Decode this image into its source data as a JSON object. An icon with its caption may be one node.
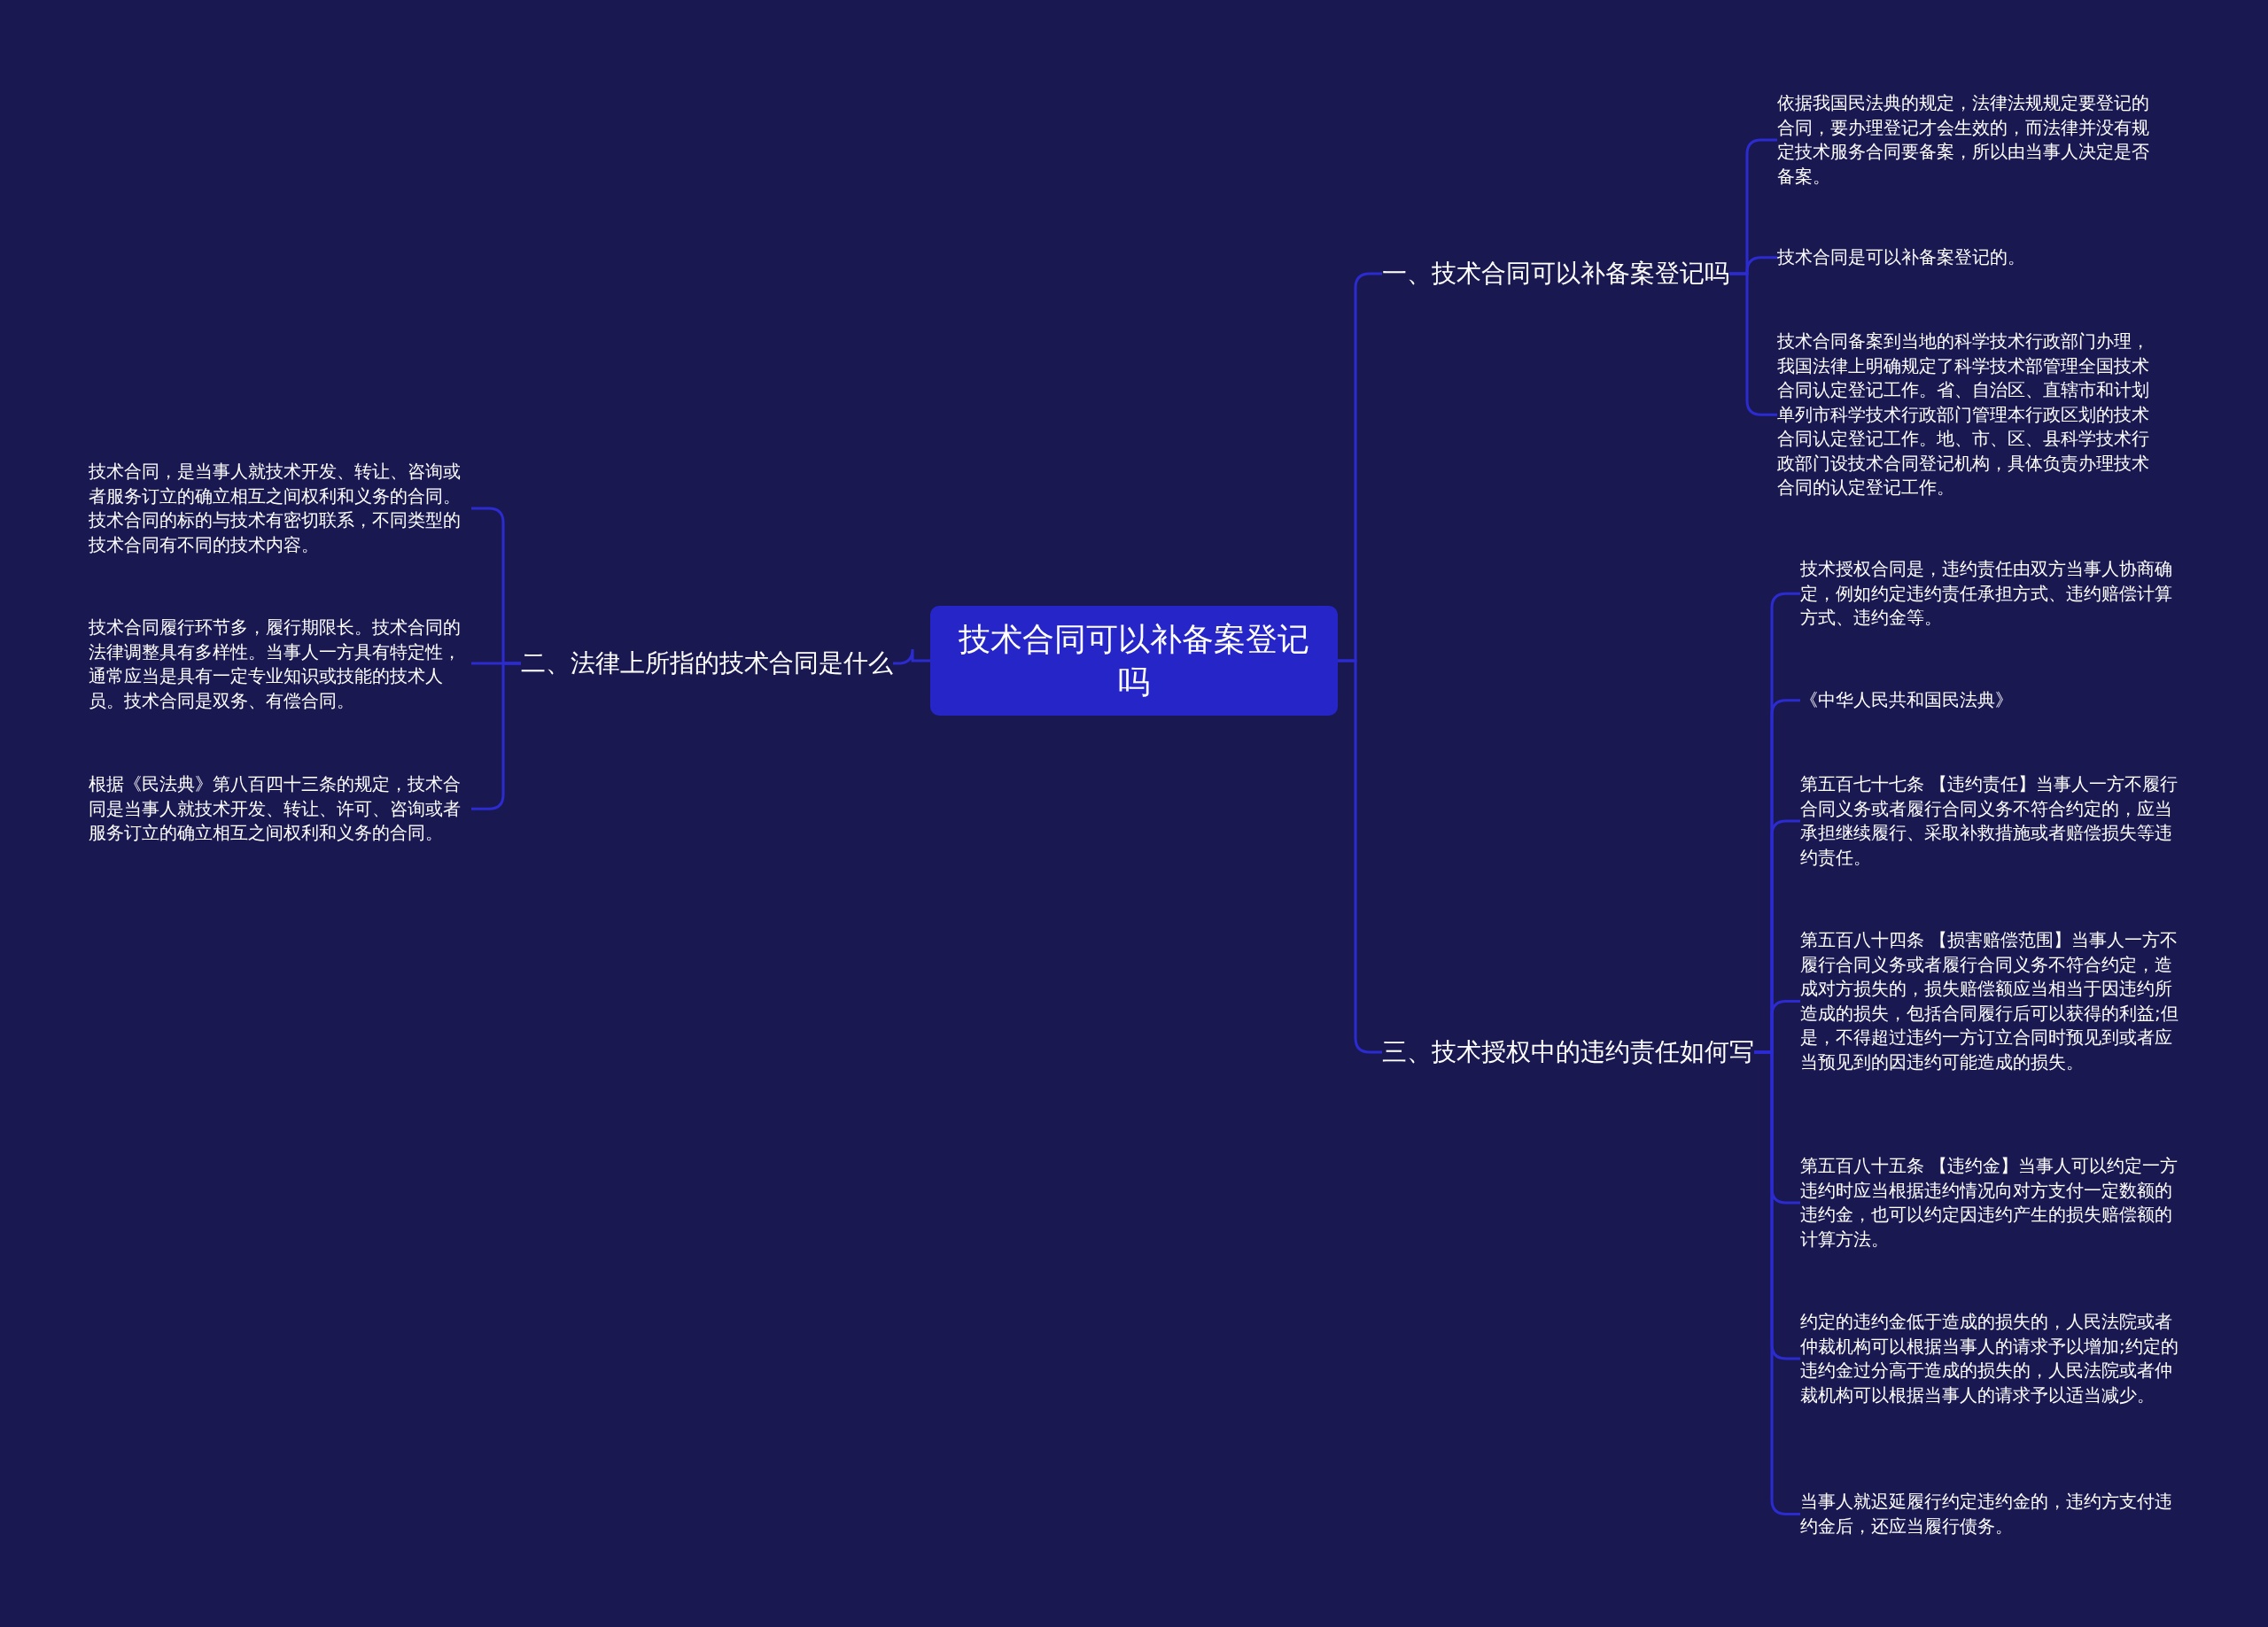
{
  "diagram": {
    "nodes": [
      {
        "text": [
          "技术合同可以补备案登记吗"
        ]
      },
      {
        "text": [
          "一、技术合同可以补备案登记吗"
        ]
      },
      {
        "text": [
          "依据我国民法典的规定，法律法规规定要登记的合同，要办理登记才会生效的，而法律并没有规定技术服务合同要备案，所以由当事人决定是否备案。"
        ]
      },
      {
        "text": [
          "技术合同是可以补备案登记的。"
        ]
      },
      {
        "text": [
          "技术合同备案到当地的科学技术行政部门办理，我国法律上明确规定了科学技术部管理全国技术合同认定登记工作。省、自治区、直辖市和计划单列市科学技术行政部门管理本行政区划的技术合同认定登记工作。地、市、区、县科学技术行政部门设技术合同登记机构，具体负责办理技术合同的认定登记工作。"
        ]
      },
      {
        "text": [
          "二、法律上所指的技术合同是什么"
        ]
      },
      {
        "text": [
          "技术合同，是当事人就技术开发、转让、咨询或者服务订立的确立相互之间权利和义务的合同。技术合同的标的与技术有密切联系，不同类型的技术合同有不同的技术内容。"
        ]
      },
      {
        "text": [
          "技术合同履行环节多，履行期限长。技术合同的法律调整具有多样性。当事人一方具有特定性，通常应当是具有一定专业知识或技能的技术人员。技术合同是双务、有偿合同。"
        ]
      },
      {
        "text": [
          "根据《民法典》第八百四十三条的规定，技术合同是当事人就技术开发、转让、许可、咨询或者服务订立的确立相互之间权利和义务的合同。"
        ]
      },
      {
        "text": [
          "三、技术授权中的违约责任如何写"
        ]
      },
      {
        "text": [
          "技术授权合同是，违约责任由双方当事人协商确定，例如约定违约责任承担方式、违约赔偿计算方式、违约金等。"
        ]
      },
      {
        "text": [
          "《中华人民共和国民法典》"
        ]
      },
      {
        "text": [
          "第五百七十七条 【违约责任】当事人一方不履行合同义务或者履行合同义务不符合约定的，应当承担继续履行、采取补救措施或者赔偿损失等违约责任。"
        ]
      },
      {
        "text": [
          "第五百八十四条 【损害赔偿范围】当事人一方不履行合同义务或者履行合同义务不符合约定，造成对方损失的，损失赔偿额应当相当于因违约所造成的损失，包括合同履行后可以获得的利益;但是，不得超过违约一方订立合同时预见到或者应当预见到的因违约可能造成的损失。"
        ]
      },
      {
        "text": [
          "第五百八十五条 【违约金】当事人可以约定一方违约时应当根据违约情况向对方支付一定数额的违约金，也可以约定因违约产生的损失赔偿额的计算方法。"
        ]
      },
      {
        "text": [
          "约定的违约金低于造成的损失的，人民法院或者仲裁机构可以根据当事人的请求予以增加;约定的违约金过分高于造成的损失的，人民法院或者仲裁机构可以根据当事人的请求予以适当减少。"
        ]
      },
      {
        "text": [
          "当事人就迟延履行约定违约金的，违约方支付违约金后，还应当履行债务。"
        ]
      }
    ],
    "edges": [
      {
        "from": 0,
        "to": 1,
        "arrow": "none"
      },
      {
        "from": 1,
        "to": 2,
        "arrow": "none"
      },
      {
        "from": 1,
        "to": 3,
        "arrow": "none"
      },
      {
        "from": 1,
        "to": 4,
        "arrow": "none"
      },
      {
        "from": 0,
        "to": 5,
        "arrow": "none"
      },
      {
        "from": 5,
        "to": 6,
        "arrow": "none"
      },
      {
        "from": 5,
        "to": 7,
        "arrow": "none"
      },
      {
        "from": 5,
        "to": 8,
        "arrow": "none"
      },
      {
        "from": 0,
        "to": 9,
        "arrow": "none"
      },
      {
        "from": 9,
        "to": 10,
        "arrow": "none"
      },
      {
        "from": 9,
        "to": 11,
        "arrow": "none"
      },
      {
        "from": 9,
        "to": 12,
        "arrow": "none"
      },
      {
        "from": 9,
        "to": 13,
        "arrow": "none"
      },
      {
        "from": 9,
        "to": 14,
        "arrow": "none"
      },
      {
        "from": 9,
        "to": 15,
        "arrow": "none"
      },
      {
        "from": 9,
        "to": 16,
        "arrow": "none"
      }
    ]
  }
}
